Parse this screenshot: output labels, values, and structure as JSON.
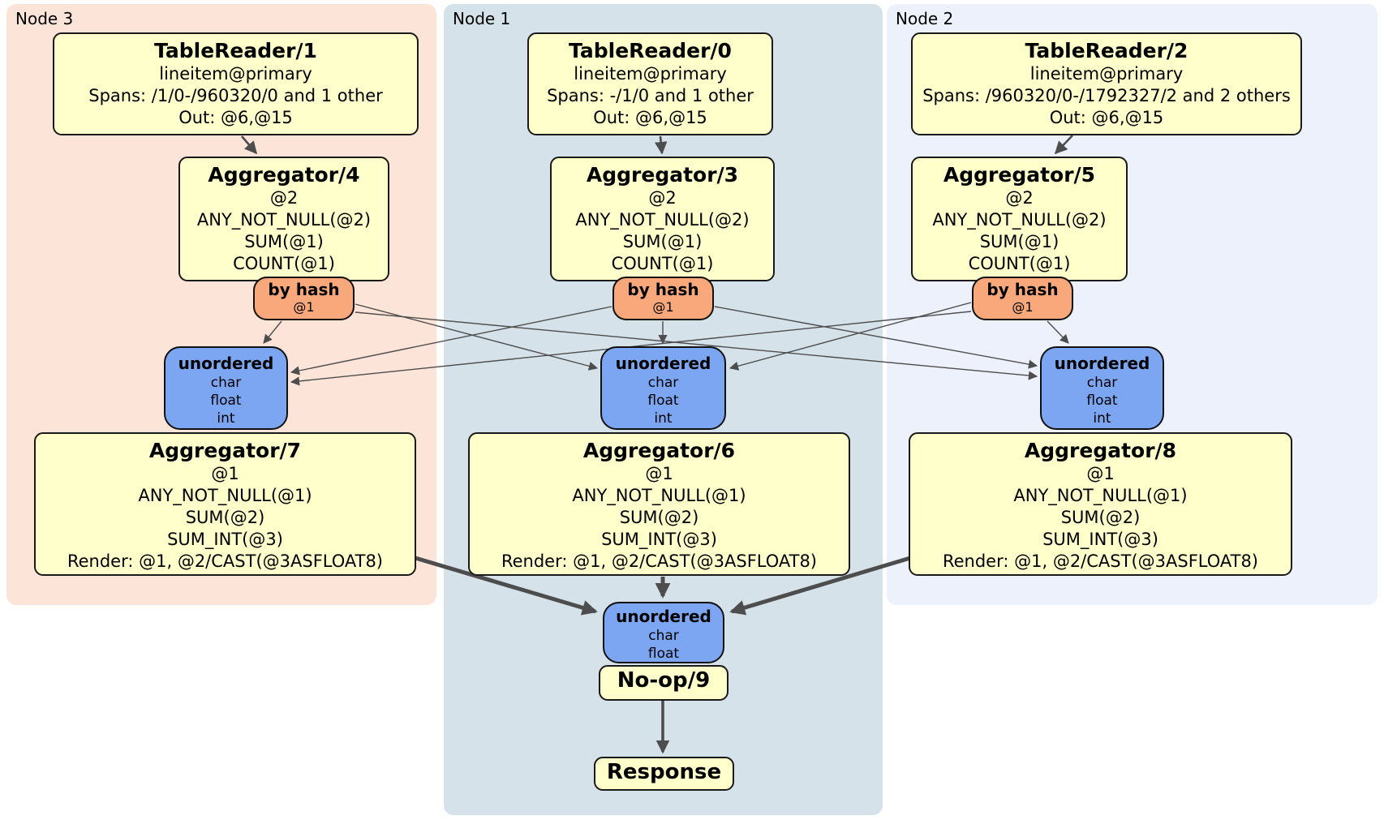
{
  "regions": {
    "node3": {
      "label": "Node 3",
      "color": "#FCE4D8"
    },
    "node1": {
      "label": "Node 1",
      "color": "#D6E2EA"
    },
    "node2": {
      "label": "Node 2",
      "color": "#ECF1FB"
    }
  },
  "nodes": {
    "tr1": {
      "title": "TableReader/1",
      "lines": [
        "lineitem@primary",
        "Spans: /1/0-/960320/0 and 1 other",
        "Out: @6,@15"
      ]
    },
    "tr0": {
      "title": "TableReader/0",
      "lines": [
        "lineitem@primary",
        "Spans: -/1/0 and 1 other",
        "Out: @6,@15"
      ]
    },
    "tr2": {
      "title": "TableReader/2",
      "lines": [
        "lineitem@primary",
        "Spans: /960320/0-/1792327/2 and 2 others",
        "Out: @6,@15"
      ]
    },
    "agg4": {
      "title": "Aggregator/4",
      "lines": [
        "@2",
        "ANY_NOT_NULL(@2)",
        "SUM(@1)",
        "COUNT(@1)"
      ]
    },
    "agg3": {
      "title": "Aggregator/3",
      "lines": [
        "@2",
        "ANY_NOT_NULL(@2)",
        "SUM(@1)",
        "COUNT(@1)"
      ]
    },
    "agg5": {
      "title": "Aggregator/5",
      "lines": [
        "@2",
        "ANY_NOT_NULL(@2)",
        "SUM(@1)",
        "COUNT(@1)"
      ]
    },
    "hash3": {
      "title": "by hash",
      "lines": [
        "@1"
      ]
    },
    "hash1": {
      "title": "by hash",
      "lines": [
        "@1"
      ]
    },
    "hash2": {
      "title": "by hash",
      "lines": [
        "@1"
      ]
    },
    "un3": {
      "title": "unordered",
      "lines": [
        "char",
        "float",
        "int"
      ]
    },
    "un1": {
      "title": "unordered",
      "lines": [
        "char",
        "float",
        "int"
      ]
    },
    "un2": {
      "title": "unordered",
      "lines": [
        "char",
        "float",
        "int"
      ]
    },
    "agg7": {
      "title": "Aggregator/7",
      "lines": [
        "@1",
        "ANY_NOT_NULL(@1)",
        "SUM(@2)",
        "SUM_INT(@3)",
        "Render: @1, @2/CAST(@3ASFLOAT8)"
      ]
    },
    "agg6": {
      "title": "Aggregator/6",
      "lines": [
        "@1",
        "ANY_NOT_NULL(@1)",
        "SUM(@2)",
        "SUM_INT(@3)",
        "Render: @1, @2/CAST(@3ASFLOAT8)"
      ]
    },
    "agg8": {
      "title": "Aggregator/8",
      "lines": [
        "@1",
        "ANY_NOT_NULL(@1)",
        "SUM(@2)",
        "SUM_INT(@3)",
        "Render: @1, @2/CAST(@3ASFLOAT8)"
      ]
    },
    "unfinal": {
      "title": "unordered",
      "lines": [
        "char",
        "float"
      ]
    },
    "noop": {
      "title": "No-op/9"
    },
    "response": {
      "title": "Response"
    }
  },
  "colors": {
    "processor_fill": "#FFFFCC",
    "router_fill": "#F8A87A",
    "sync_fill": "#7CA6F1",
    "edge": "#4D4D4D",
    "border": "#1A1A1A"
  }
}
